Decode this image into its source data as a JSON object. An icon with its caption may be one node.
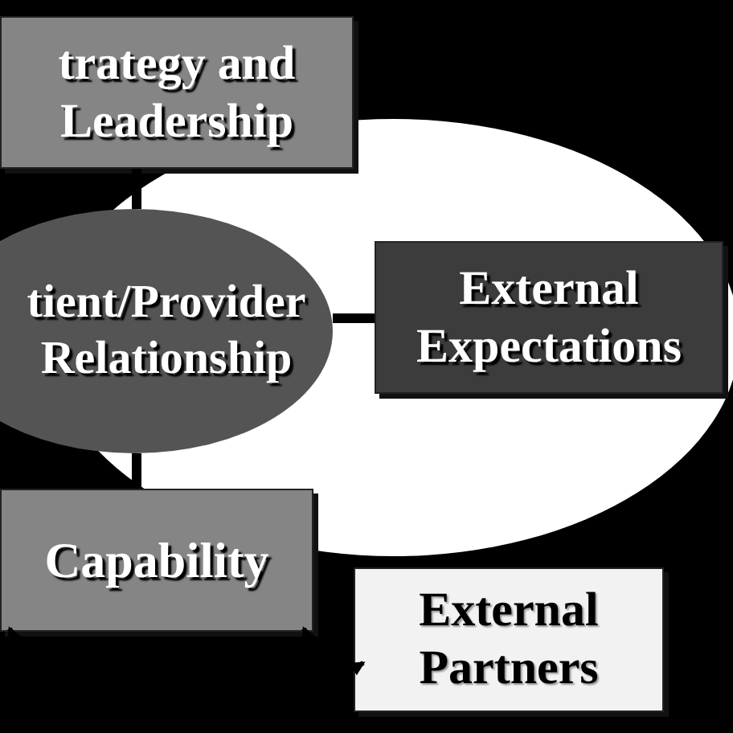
{
  "diagram": {
    "nodes": [
      {
        "text": [
          "trategy and Leadership"
        ]
      },
      {
        "text": [
          "tient/Provider Relationship"
        ]
      },
      {
        "text": [
          "External Expectations"
        ]
      },
      {
        "text": [
          "Capability"
        ]
      },
      {
        "text": [
          "External Partners"
        ]
      }
    ],
    "edges": [
      {
        "from": 0,
        "to": 1,
        "arrow": "none",
        "style": "thick"
      },
      {
        "from": 1,
        "to": 2,
        "arrow": "none",
        "style": "thick"
      },
      {
        "from": 1,
        "to": 3,
        "arrow": "none",
        "style": "thick"
      },
      {
        "from": null,
        "to": 3,
        "arrow": "to"
      },
      {
        "from": null,
        "to": 3,
        "arrow": "to"
      },
      {
        "from": null,
        "to": 4,
        "arrow": "to"
      }
    ]
  }
}
